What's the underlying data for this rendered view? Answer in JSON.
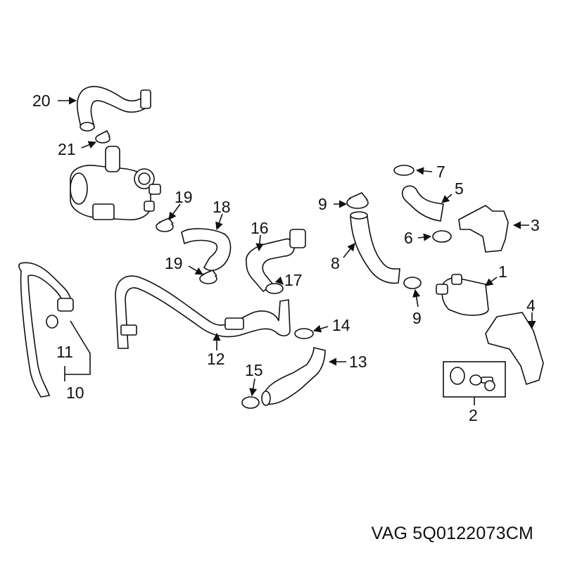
{
  "caption": "VAG 5Q0122073CM",
  "callouts": [
    {
      "id": "c1",
      "label": "1"
    },
    {
      "id": "c2",
      "label": "2"
    },
    {
      "id": "c3",
      "label": "3"
    },
    {
      "id": "c4",
      "label": "4"
    },
    {
      "id": "c5",
      "label": "5"
    },
    {
      "id": "c6",
      "label": "6"
    },
    {
      "id": "c7",
      "label": "7"
    },
    {
      "id": "c8",
      "label": "8"
    },
    {
      "id": "c9a",
      "label": "9"
    },
    {
      "id": "c9b",
      "label": "9"
    },
    {
      "id": "c10",
      "label": "10"
    },
    {
      "id": "c11",
      "label": "11"
    },
    {
      "id": "c12",
      "label": "12"
    },
    {
      "id": "c13",
      "label": "13"
    },
    {
      "id": "c14",
      "label": "14"
    },
    {
      "id": "c15",
      "label": "15"
    },
    {
      "id": "c16",
      "label": "16"
    },
    {
      "id": "c17",
      "label": "17"
    },
    {
      "id": "c18",
      "label": "18"
    },
    {
      "id": "c19a",
      "label": "19"
    },
    {
      "id": "c19b",
      "label": "19"
    },
    {
      "id": "c20",
      "label": "20"
    },
    {
      "id": "c21",
      "label": "21"
    }
  ]
}
